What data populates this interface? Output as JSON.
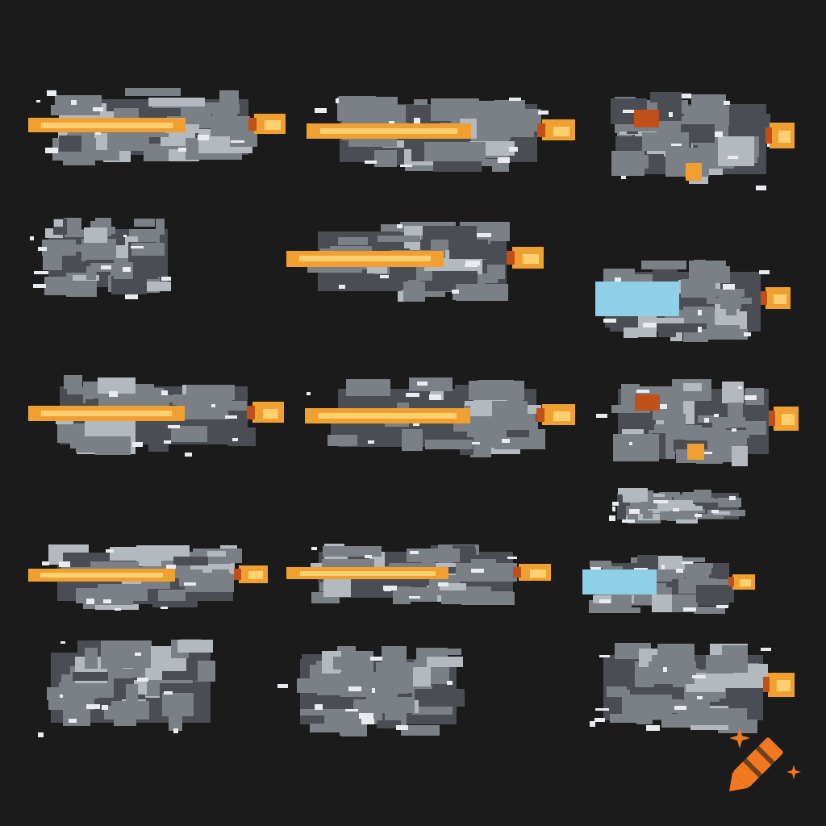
{
  "sprite_sheet": {
    "background": "#1b1b1b",
    "colors": {
      "hull": "#7b7f86",
      "hull_light": "#b4b8bf",
      "hull_dark": "#4a4d53",
      "highlight": "#e8ecf0",
      "flame": "#f0a030",
      "flame_core": "#ffd070",
      "flame_dark": "#c0501a",
      "energy_blue": "#8fd0e8"
    },
    "ships": [
      {
        "name": "ship-r1-c1",
        "style": "orange-core"
      },
      {
        "name": "ship-r1-c2",
        "style": "orange-core"
      },
      {
        "name": "ship-r1-c3",
        "style": "cockpit-orange"
      },
      {
        "name": "ship-r2-c1",
        "style": "plain"
      },
      {
        "name": "ship-r2-c2",
        "style": "orange-core"
      },
      {
        "name": "ship-r2-c3",
        "style": "blue-core"
      },
      {
        "name": "ship-r3-c1",
        "style": "orange-core"
      },
      {
        "name": "ship-r3-c2",
        "style": "orange-core"
      },
      {
        "name": "ship-r3-c3",
        "style": "cockpit-orange"
      },
      {
        "name": "ship-r3-c3b",
        "style": "plain"
      },
      {
        "name": "ship-r4-c1",
        "style": "orange-core"
      },
      {
        "name": "ship-r4-c2",
        "style": "orange-core"
      },
      {
        "name": "ship-r4-c3",
        "style": "blue-core"
      },
      {
        "name": "ship-r5-c1",
        "style": "plain"
      },
      {
        "name": "ship-r5-c2",
        "style": "plain"
      },
      {
        "name": "ship-r5-c3",
        "style": "plain-flame"
      }
    ],
    "logo": {
      "icon": "crayon-icon",
      "color": "#f07820"
    }
  }
}
